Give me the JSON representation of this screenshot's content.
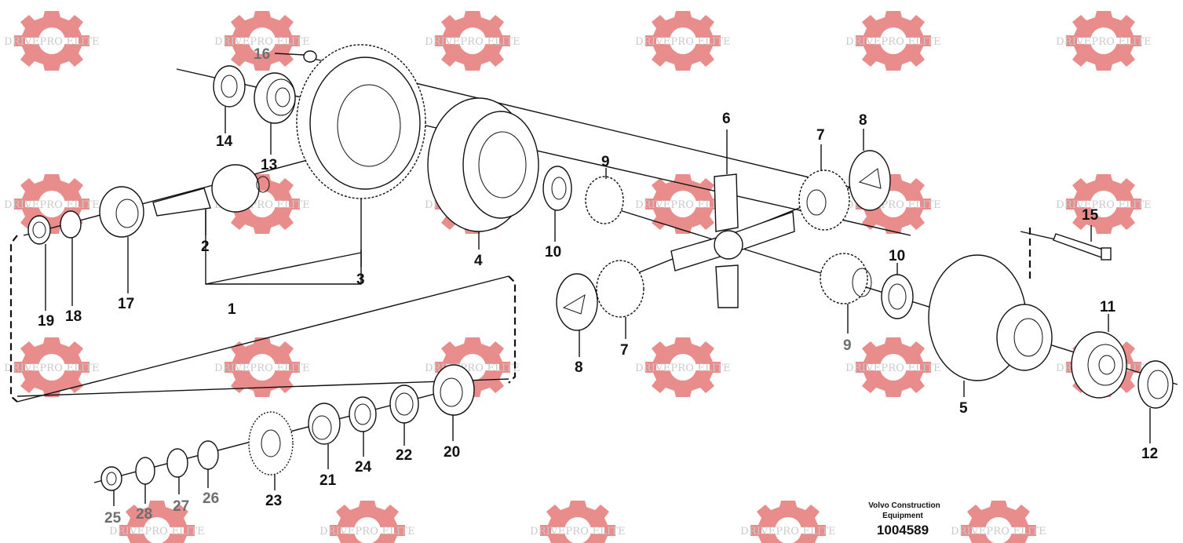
{
  "watermark": {
    "text": "DRIVEPRO ELITE",
    "color": "#e98c8c"
  },
  "diagram": {
    "brand_line1": "Volvo Construction",
    "brand_line2": "Equipment",
    "document_number": "1004589",
    "callouts": [
      {
        "id": "c1",
        "label": "1"
      },
      {
        "id": "c2",
        "label": "2"
      },
      {
        "id": "c3",
        "label": "3"
      },
      {
        "id": "c4",
        "label": "4"
      },
      {
        "id": "c5",
        "label": "5"
      },
      {
        "id": "c6",
        "label": "6"
      },
      {
        "id": "c7a",
        "label": "7"
      },
      {
        "id": "c7b",
        "label": "7"
      },
      {
        "id": "c8a",
        "label": "8"
      },
      {
        "id": "c8b",
        "label": "8"
      },
      {
        "id": "c9a",
        "label": "9"
      },
      {
        "id": "c9b",
        "label": "9"
      },
      {
        "id": "c10a",
        "label": "10"
      },
      {
        "id": "c10b",
        "label": "10"
      },
      {
        "id": "c11",
        "label": "11"
      },
      {
        "id": "c12",
        "label": "12"
      },
      {
        "id": "c13",
        "label": "13"
      },
      {
        "id": "c14",
        "label": "14"
      },
      {
        "id": "c15",
        "label": "15"
      },
      {
        "id": "c16",
        "label": "16"
      },
      {
        "id": "c17",
        "label": "17"
      },
      {
        "id": "c18",
        "label": "18"
      },
      {
        "id": "c19",
        "label": "19"
      },
      {
        "id": "c20",
        "label": "20"
      },
      {
        "id": "c21",
        "label": "21"
      },
      {
        "id": "c22",
        "label": "22"
      },
      {
        "id": "c23",
        "label": "23"
      },
      {
        "id": "c24",
        "label": "24"
      },
      {
        "id": "c25",
        "label": "25"
      },
      {
        "id": "c26",
        "label": "26"
      },
      {
        "id": "c27",
        "label": "27"
      },
      {
        "id": "c28",
        "label": "28"
      }
    ]
  }
}
